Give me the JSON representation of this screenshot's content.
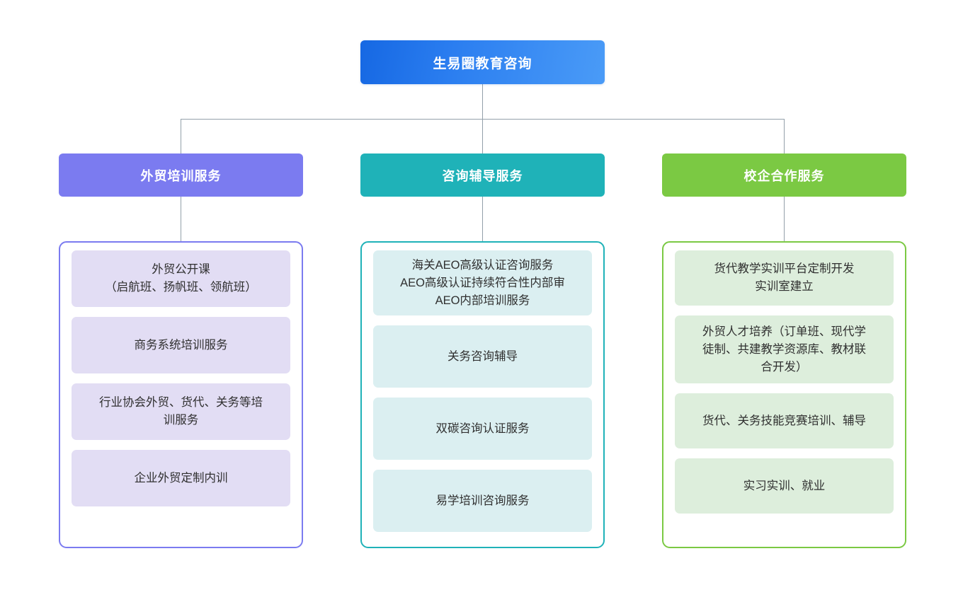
{
  "diagram": {
    "type": "organizational-tree",
    "root": {
      "label": "生易圈教育咨询",
      "color": "#2b7ef0"
    },
    "branches": [
      {
        "header": "外贸培训服务",
        "color": "#7b7bf0",
        "card_color": "#e2ddf4",
        "items": [
          {
            "lines": [
              "外贸公开课",
              "（启航班、扬帆班、领航班）"
            ]
          },
          {
            "lines": [
              "商务系统培训服务"
            ]
          },
          {
            "lines": [
              "行业协会外贸、货代、关务等培",
              "训服务"
            ]
          },
          {
            "lines": [
              "企业外贸定制内训"
            ]
          }
        ]
      },
      {
        "header": "咨询辅导服务",
        "color": "#1fb2b8",
        "card_color": "#dbeff1",
        "items": [
          {
            "lines": [
              "海关AEO高级认证咨询服务",
              "AEO高级认证持续符合性内部审",
              "AEO内部培训服务"
            ]
          },
          {
            "lines": [
              "关务咨询辅导"
            ]
          },
          {
            "lines": [
              "双碳咨询认证服务"
            ]
          },
          {
            "lines": [
              "易学培训咨询服务"
            ]
          }
        ]
      },
      {
        "header": "校企合作服务",
        "color": "#7bc943",
        "card_color": "#ddeedc",
        "items": [
          {
            "lines": [
              "货代教学实训平台定制开发",
              "实训室建立"
            ]
          },
          {
            "lines": [
              "外贸人才培养（订单班、现代学",
              "徒制、共建教学资源库、教材联",
              "合开发）"
            ]
          },
          {
            "lines": [
              "货代、关务技能竞赛培训、辅导"
            ]
          },
          {
            "lines": [
              "实习实训、就业"
            ]
          }
        ]
      }
    ],
    "connector_color": "#93a0aa"
  }
}
